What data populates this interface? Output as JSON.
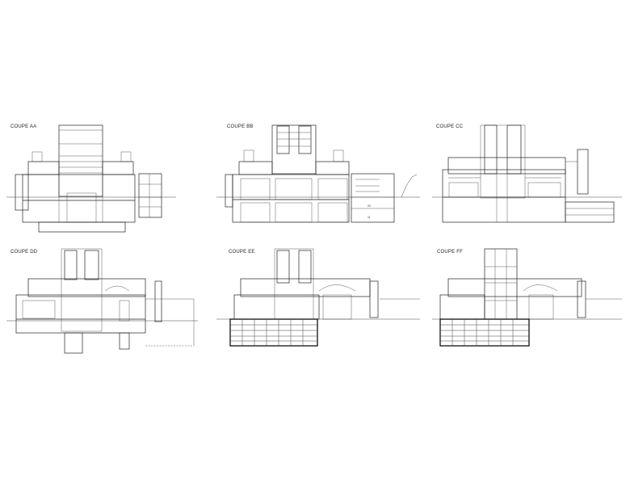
{
  "sheet": {
    "sections": [
      {
        "label": "COUPE AA"
      },
      {
        "label": "COUPE BB",
        "room_numbers": [
          "20",
          "11"
        ]
      },
      {
        "label": "COUPE CC"
      },
      {
        "label": "COUPE DD"
      },
      {
        "label": "COUPE EE"
      },
      {
        "label": "COUPE FF"
      }
    ]
  }
}
